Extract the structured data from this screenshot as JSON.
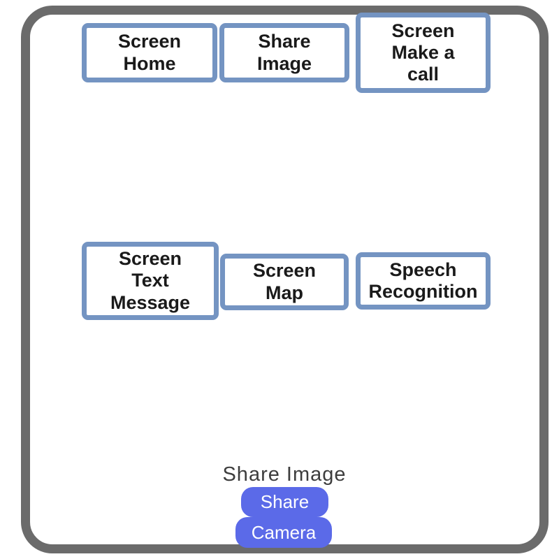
{
  "colors": {
    "frame": "#6b6b6b",
    "box_border": "#7494C2",
    "box_text": "#1a1a1a",
    "button_bg": "#5B6AE8",
    "label_text": "#3d3d3d"
  },
  "nav_buttons": [
    {
      "id": "screen-home",
      "label": "Screen\nHome"
    },
    {
      "id": "share-image",
      "label": "Share\nImage"
    },
    {
      "id": "screen-make-a-call",
      "label": "Screen\nMake a\ncall"
    },
    {
      "id": "screen-text-message",
      "label": "Screen\nText\nMessage"
    },
    {
      "id": "screen-map",
      "label": "Screen\nMap"
    },
    {
      "id": "speech-recognition",
      "label": "Speech\nRecognition"
    }
  ],
  "bottom": {
    "label": "Share Image",
    "share_button": "Share",
    "camera_button": "Camera"
  }
}
